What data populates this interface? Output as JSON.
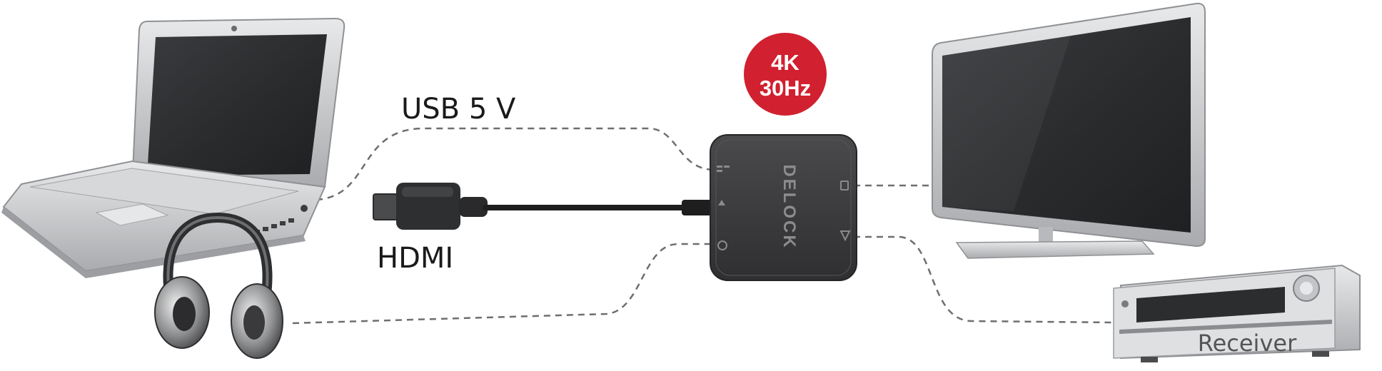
{
  "labels": {
    "usb": "USB 5 V",
    "hdmi": "HDMI",
    "receiver": "Receiver",
    "badge_line1": "4K",
    "badge_line2": "30Hz",
    "brand": "DELOCK"
  },
  "colors": {
    "badge": "#d1202f",
    "adapter": "#3a3a3c",
    "cable": "#1e1e1e",
    "connection_line": "#6e6e6e",
    "device_silver": "#c9cbcd",
    "screen": "#2c2d2f"
  },
  "icons": {
    "laptop": "laptop-icon",
    "headphones": "headphones-icon",
    "tv": "tv-icon",
    "receiver": "receiver-icon",
    "adapter": "adapter-icon",
    "hdmi_plug": "hdmi-plug-icon"
  }
}
